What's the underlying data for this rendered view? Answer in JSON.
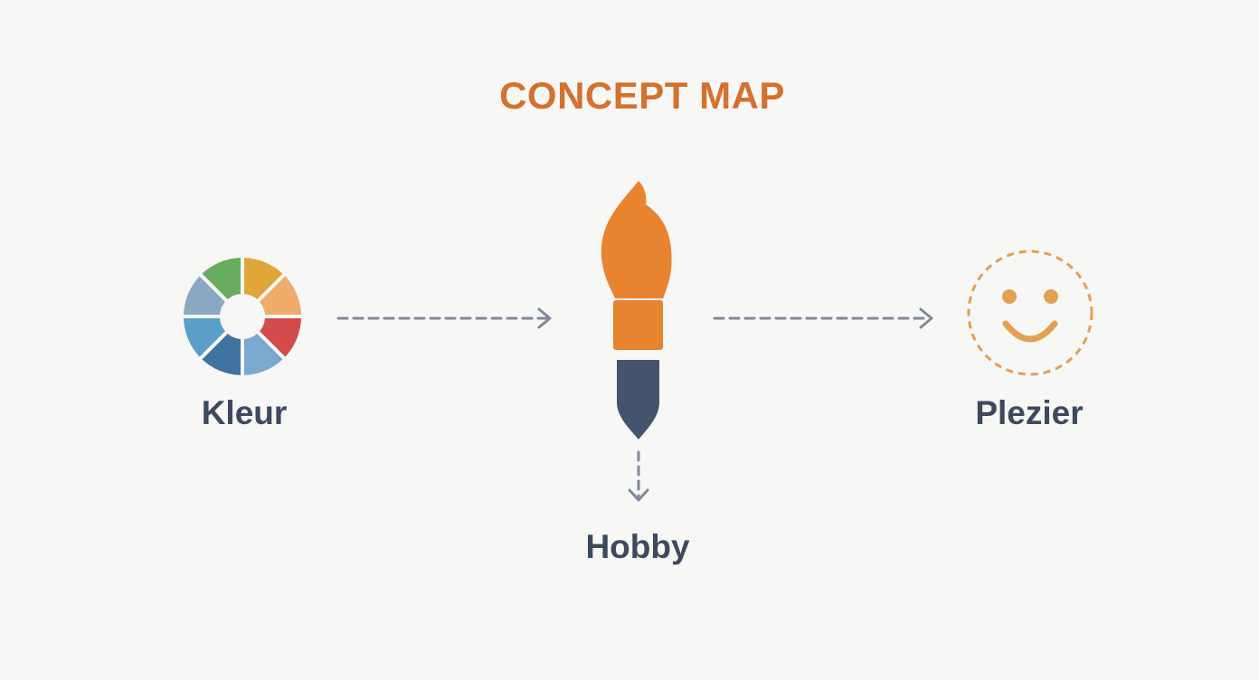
{
  "diagram": {
    "title": "CONCEPT MAP",
    "nodes": [
      {
        "id": "kleur",
        "label": "Kleur",
        "icon": "color-wheel-icon"
      },
      {
        "id": "hobby",
        "label": "Hobby",
        "icon": "paintbrush-icon"
      },
      {
        "id": "plezier",
        "label": "Plezier",
        "icon": "smiley-face-icon"
      }
    ],
    "edges": [
      {
        "from": "kleur",
        "to": "hobby",
        "style": "dashed-arrow"
      },
      {
        "from": "hobby",
        "to": "plezier",
        "style": "dashed-arrow"
      },
      {
        "from": "hobby",
        "to": "hobby-label",
        "style": "dashed-arrow"
      }
    ]
  },
  "colors": {
    "title": "#d4712e",
    "label": "#3d4a5e",
    "arrow": "#7f8a9a",
    "brush_head": "#e8832f",
    "brush_ferrule": "#e8832f",
    "brush_handle": "#44546c",
    "smiley": "#e4a053",
    "wheel_segments": [
      "#e0a63a",
      "#edac6a",
      "#d34b4b",
      "#7aa8d0",
      "#3f74a0",
      "#5b9ec7",
      "#8aa8c4",
      "#6aab62"
    ]
  }
}
